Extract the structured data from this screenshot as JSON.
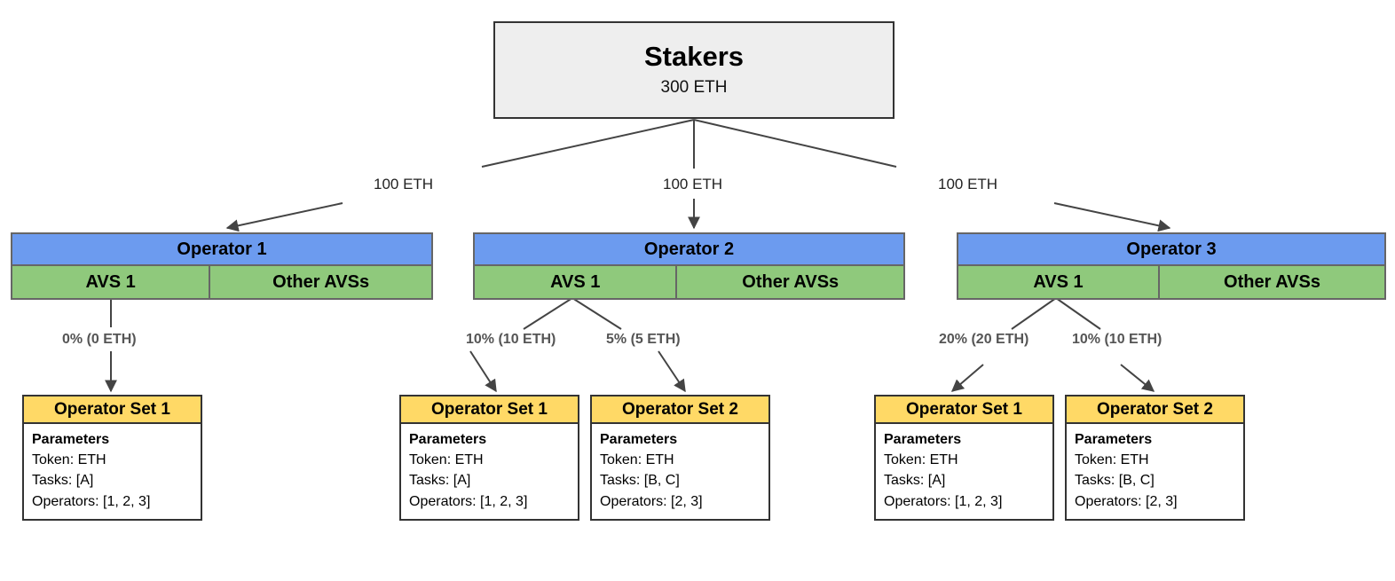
{
  "diagram": {
    "root": {
      "title": "Stakers",
      "amount": "300 ETH"
    },
    "delegation_labels": [
      {
        "text": "100 ETH"
      },
      {
        "text": "100 ETH"
      },
      {
        "text": "100 ETH"
      }
    ],
    "operators": [
      {
        "name": "Operator 1",
        "avs_primary": "AVS 1",
        "avs_other": "Other AVSs",
        "allocations": [
          {
            "text": "0% (0 ETH)"
          }
        ],
        "operator_sets": [
          {
            "title": "Operator Set 1",
            "params_title": "Parameters",
            "token": "Token: ETH",
            "tasks": "Tasks: [A]",
            "operators": "Operators: [1, 2, 3]"
          }
        ]
      },
      {
        "name": "Operator 2",
        "avs_primary": "AVS 1",
        "avs_other": "Other AVSs",
        "allocations": [
          {
            "text": "10% (10 ETH)"
          },
          {
            "text": "5% (5 ETH)"
          }
        ],
        "operator_sets": [
          {
            "title": "Operator Set 1",
            "params_title": "Parameters",
            "token": "Token: ETH",
            "tasks": "Tasks: [A]",
            "operators": "Operators: [1, 2, 3]"
          },
          {
            "title": "Operator Set 2",
            "params_title": "Parameters",
            "token": "Token: ETH",
            "tasks": "Tasks: [B, C]",
            "operators": "Operators: [2, 3]"
          }
        ]
      },
      {
        "name": "Operator 3",
        "avs_primary": "AVS 1",
        "avs_other": "Other AVSs",
        "allocations": [
          {
            "text": "20% (20 ETH)"
          },
          {
            "text": "10% (10 ETH)"
          }
        ],
        "operator_sets": [
          {
            "title": "Operator Set 1",
            "params_title": "Parameters",
            "token": "Token: ETH",
            "tasks": "Tasks: [A]",
            "operators": "Operators: [1, 2, 3]"
          },
          {
            "title": "Operator Set 2",
            "params_title": "Parameters",
            "token": "Token: ETH",
            "tasks": "Tasks: [B, C]",
            "operators": "Operators: [2, 3]"
          }
        ]
      }
    ],
    "colors": {
      "root_fill": "#eeeeee",
      "operator_fill": "#6c9bef",
      "avs_fill": "#8fc97c",
      "operator_set_fill": "#ffd966",
      "edge_stroke": "#444444",
      "border": "#333333"
    }
  }
}
